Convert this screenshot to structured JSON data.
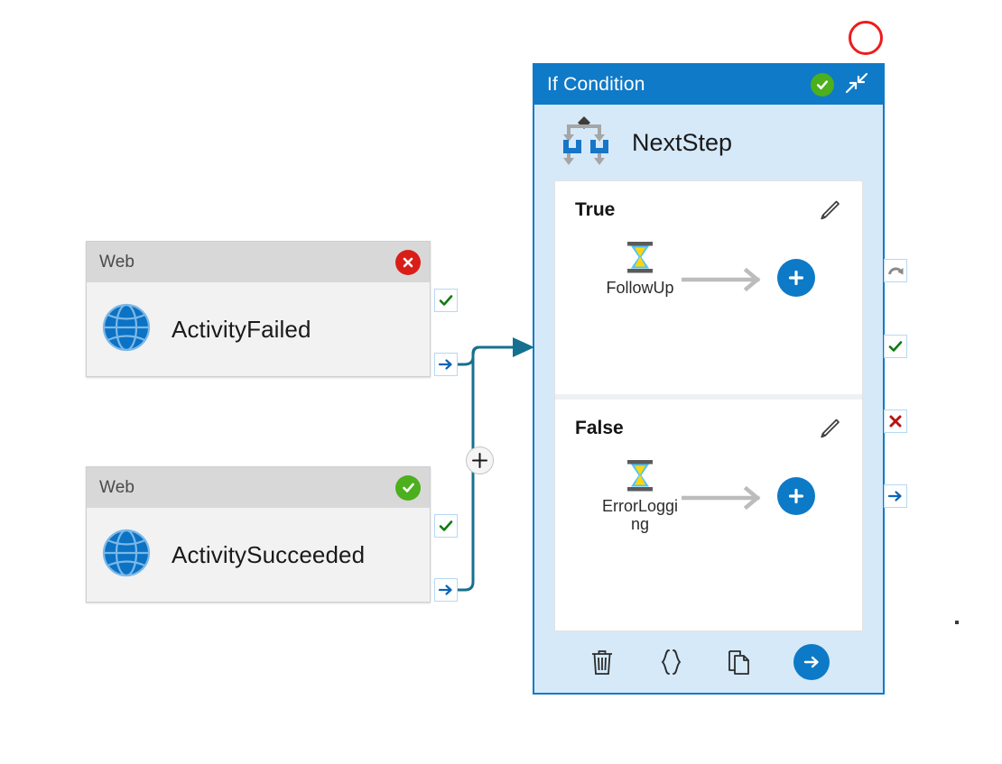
{
  "canvas": {
    "title": "Workflow Designer Canvas",
    "background": "#ffffff",
    "accent": "#0f7ac7",
    "annotation_color": "#ee1c1c"
  },
  "cards": [
    {
      "header_label": "Web",
      "status": "failed",
      "status_icon": "error-circle-icon",
      "status_color": "#d91e18",
      "activity_label": "ActivityFailed",
      "activity_icon": "globe-icon",
      "ports": [
        {
          "name": "success-port",
          "icon": "check-icon",
          "glyph": "check"
        },
        {
          "name": "next-port",
          "icon": "arrow-right-icon",
          "glyph": "arrow"
        }
      ]
    },
    {
      "header_label": "Web",
      "status": "succeeded",
      "status_icon": "check-circle-icon",
      "status_color": "#4caf1d",
      "activity_label": "ActivitySucceeded",
      "activity_icon": "globe-icon",
      "ports": [
        {
          "name": "success-port",
          "icon": "check-icon",
          "glyph": "check"
        },
        {
          "name": "next-port",
          "icon": "arrow-right-icon",
          "glyph": "arrow"
        }
      ]
    }
  ],
  "if_panel": {
    "header_title": "If Condition",
    "header_status_icon": "check-circle-icon",
    "header_status_color": "#4caf1d",
    "collapse_icon": "collapse-diagonal-icon",
    "step_title": "NextStep",
    "step_icon": "branch-icon",
    "branches": [
      {
        "label": "True",
        "edit_icon": "pencil-icon",
        "step_name": "FollowUp",
        "step_icon": "hourglass-icon",
        "flow_icon": "arrow-right-icon",
        "add_icon": "plus-icon"
      },
      {
        "label": "False",
        "edit_icon": "pencil-icon",
        "step_name": "ErrorLogging",
        "step_icon": "hourglass-icon",
        "flow_icon": "arrow-right-icon",
        "add_icon": "plus-icon"
      }
    ],
    "toolbar": [
      {
        "name": "delete-button",
        "icon": "trash-icon"
      },
      {
        "name": "expression-button",
        "icon": "braces-icon"
      },
      {
        "name": "copy-button",
        "icon": "copy-icon"
      },
      {
        "name": "go-button",
        "icon": "arrow-right-circle-icon"
      }
    ],
    "ports": [
      {
        "name": "retry-port",
        "icon": "retry-arrow-icon",
        "glyph": "retry"
      },
      {
        "name": "success-port",
        "icon": "check-icon",
        "glyph": "check"
      },
      {
        "name": "failure-port",
        "icon": "cross-icon",
        "glyph": "cross"
      },
      {
        "name": "next-port",
        "icon": "arrow-right-icon",
        "glyph": "arrow"
      }
    ]
  },
  "connectors": {
    "merge_icon": "plus-icon",
    "line_color": "#16708f"
  }
}
